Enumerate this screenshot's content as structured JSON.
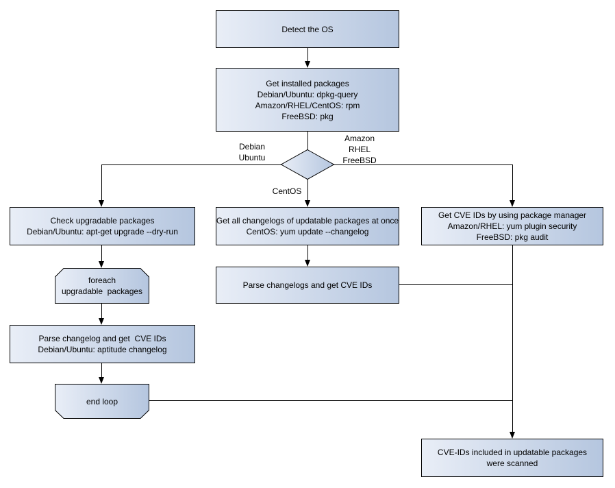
{
  "nodes": {
    "detect_os": {
      "lines": [
        "Detect the OS"
      ]
    },
    "get_installed_packages": {
      "lines": [
        "Get installed packages",
        "Debian/Ubuntu: dpkg-query",
        "Amazon/RHEL/CentOS: rpm",
        "FreeBSD: pkg"
      ]
    },
    "check_upgradable": {
      "lines": [
        "Check upgradable packages",
        "Debian/Ubuntu: apt-get upgrade --dry-run"
      ]
    },
    "get_all_changelogs": {
      "lines": [
        "Get all changelogs of updatable packages at once",
        "CentOS: yum update --changelog"
      ]
    },
    "get_cve_ids_pkg_mgr": {
      "lines": [
        "Get CVE IDs by using package manager",
        "Amazon/RHEL: yum plugin security",
        "FreeBSD: pkg audit"
      ]
    },
    "foreach_loop": {
      "lines": [
        "foreach",
        "upgradable  packages"
      ]
    },
    "parse_changelogs_once": {
      "lines": [
        "Parse changelogs and get CVE IDs"
      ]
    },
    "parse_changelog_each": {
      "lines": [
        "Parse changelog and get  CVE IDs",
        "Debian/Ubuntu: aptitude changelog"
      ]
    },
    "end_loop": {
      "lines": [
        "end loop"
      ]
    },
    "result_scanned": {
      "lines": [
        "CVE-IDs included in updatable packages",
        "were scanned"
      ]
    }
  },
  "edge_labels": {
    "left_branch": [
      "Debian",
      "Ubuntu"
    ],
    "right_branch": [
      "Amazon",
      "RHEL",
      "FreeBSD"
    ],
    "middle_branch": [
      "CentOS"
    ]
  },
  "colors": {
    "node_fill_light": "#e9eef7",
    "node_fill_dark": "#b5c6df",
    "node_border": "#000000",
    "connector": "#000000",
    "text": "#000000",
    "background": "#ffffff"
  }
}
